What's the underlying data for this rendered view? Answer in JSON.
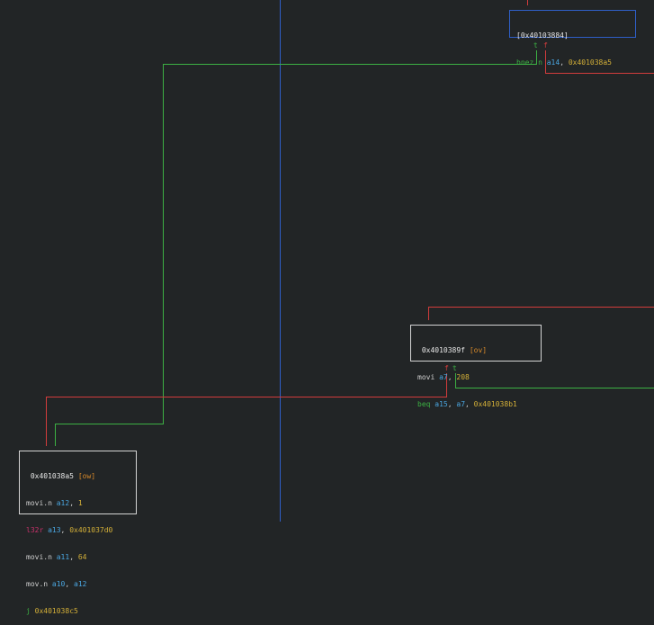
{
  "colors": {
    "background": "#222526",
    "edge_true": "#3cb043",
    "edge_false": "#d23c3c",
    "cursor_line": "#2f5fc8",
    "selected_border": "#2f5fc8",
    "node_border": "#d4d4d4"
  },
  "nodes": [
    {
      "id": "node-40103884",
      "header": "[0x40103884]",
      "flag": "",
      "instructions": [
        {
          "mnemonic": "bnez.n",
          "mn_color": "green",
          "args": [
            "a14",
            "0x401038a5"
          ],
          "arg_types": [
            "reg",
            "num"
          ]
        }
      ]
    },
    {
      "id": "node-4010389f",
      "header": " 0x4010389f",
      "flag": "[ov]",
      "instructions": [
        {
          "mnemonic": "movi",
          "mn_color": "white",
          "args": [
            "a7",
            "208"
          ],
          "arg_types": [
            "reg",
            "num"
          ]
        },
        {
          "mnemonic": "beq",
          "mn_color": "green",
          "args": [
            "a15",
            "a7",
            "0x401038b1"
          ],
          "arg_types": [
            "reg",
            "reg",
            "num"
          ]
        }
      ]
    },
    {
      "id": "node-401038a5",
      "header": " 0x401038a5",
      "flag": "[ow]",
      "instructions": [
        {
          "mnemonic": "movi.n",
          "mn_color": "white",
          "args": [
            "a12",
            "1"
          ],
          "arg_types": [
            "reg",
            "num"
          ]
        },
        {
          "mnemonic": "l32r",
          "mn_color": "red",
          "args": [
            "a13",
            "0x401037d0"
          ],
          "arg_types": [
            "reg",
            "num"
          ]
        },
        {
          "mnemonic": "movi.n",
          "mn_color": "white",
          "args": [
            "a11",
            "64"
          ],
          "arg_types": [
            "reg",
            "num"
          ]
        },
        {
          "mnemonic": "mov.n",
          "mn_color": "white",
          "args": [
            "a10",
            "a12"
          ],
          "arg_types": [
            "reg",
            "reg"
          ]
        },
        {
          "mnemonic": "j",
          "mn_color": "green",
          "args": [
            "0x401038c5"
          ],
          "arg_types": [
            "num"
          ]
        }
      ]
    }
  ],
  "edge_labels": {
    "true": "t",
    "false": "f"
  }
}
